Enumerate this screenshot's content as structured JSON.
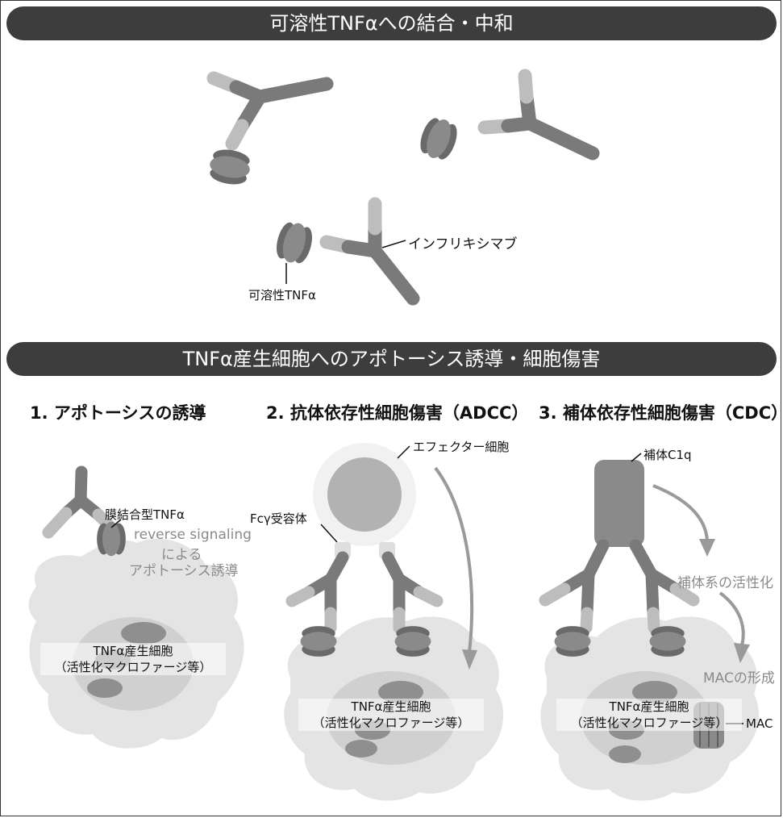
{
  "banners": {
    "top": "可溶性TNFαへの結合・中和",
    "bottom": "TNFα産生細胞へのアポトーシス誘導・細胞傷害"
  },
  "labels": {
    "infliximab": "インフリキシマブ",
    "soluble_tnf": "可溶性TNFα"
  },
  "panels": [
    {
      "title": "1. アポトーシスの誘導",
      "membrane_tnf": "膜結合型TNFα",
      "reverse_1": "reverse signaling",
      "reverse_2": "による",
      "reverse_3": "アポトーシス誘導",
      "cell_1": "TNFα産生細胞",
      "cell_2": "（活性化マクロファージ等）"
    },
    {
      "title": "2. 抗体依存性細胞傷害（ADCC）",
      "effector": "エフェクター細胞",
      "fc_receptor": "Fcγ受容体",
      "cell_1": "TNFα産生細胞",
      "cell_2": "（活性化マクロファージ等）"
    },
    {
      "title": "3. 補体依存性細胞傷害（CDC）",
      "complement": "補体C1q",
      "activation": "補体系の活性化",
      "mac_formation": "MACの形成",
      "mac": "MAC",
      "cell_1": "TNFα産生細胞",
      "cell_2": "（活性化マクロファージ等）"
    }
  ],
  "colors": {
    "antibody_dark": "#7a7a7a",
    "antibody_light": "#bdbdbd",
    "tnf_dark": "#5f5f5f",
    "tnf_mid": "#888888",
    "cell": "#e6e6e6",
    "nucleus": "#cccccc",
    "arrow": "#9a9a9a",
    "banner": "#3d3d3d"
  }
}
